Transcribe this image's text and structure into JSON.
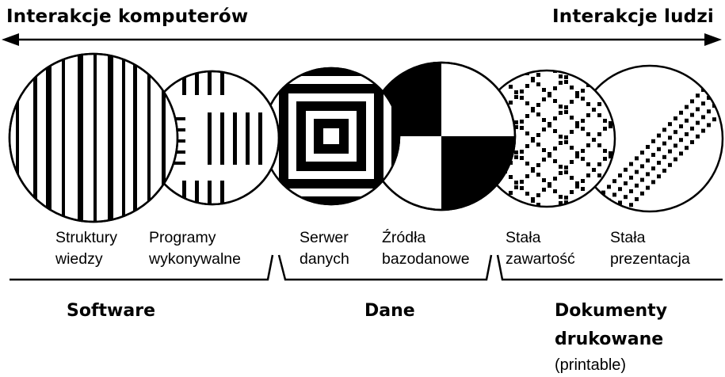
{
  "header": {
    "left_label": "Interakcje komputerów",
    "right_label": "Interakcje ludzi"
  },
  "circles": [
    {
      "id": "struktury",
      "pattern": "vertical-stripes",
      "label_lines": [
        "Struktury",
        "wiedzy"
      ]
    },
    {
      "id": "programy",
      "pattern": "comb-bars",
      "label_lines": [
        "Programy",
        "wykonywalne"
      ]
    },
    {
      "id": "serwer",
      "pattern": "concentric-squares",
      "label_lines": [
        "Serwer",
        "danych"
      ]
    },
    {
      "id": "zrodla",
      "pattern": "quadrants",
      "label_lines": [
        "Źródła",
        "bazodanowe"
      ]
    },
    {
      "id": "stala-zawartosc",
      "pattern": "lattice",
      "label_lines": [
        "Stała",
        "zawartość"
      ]
    },
    {
      "id": "stala-prezentacja",
      "pattern": "diagonal-dotted-lines",
      "label_lines": [
        "Stała",
        "prezentacja"
      ]
    }
  ],
  "groups": {
    "software": "Software",
    "dane": "Dane",
    "dokumenty_line1": "Dokumenty",
    "dokumenty_line2": "drukowane",
    "dokumenty_note": "(printable)"
  },
  "colors": {
    "ink": "#000000",
    "paper": "#ffffff"
  }
}
